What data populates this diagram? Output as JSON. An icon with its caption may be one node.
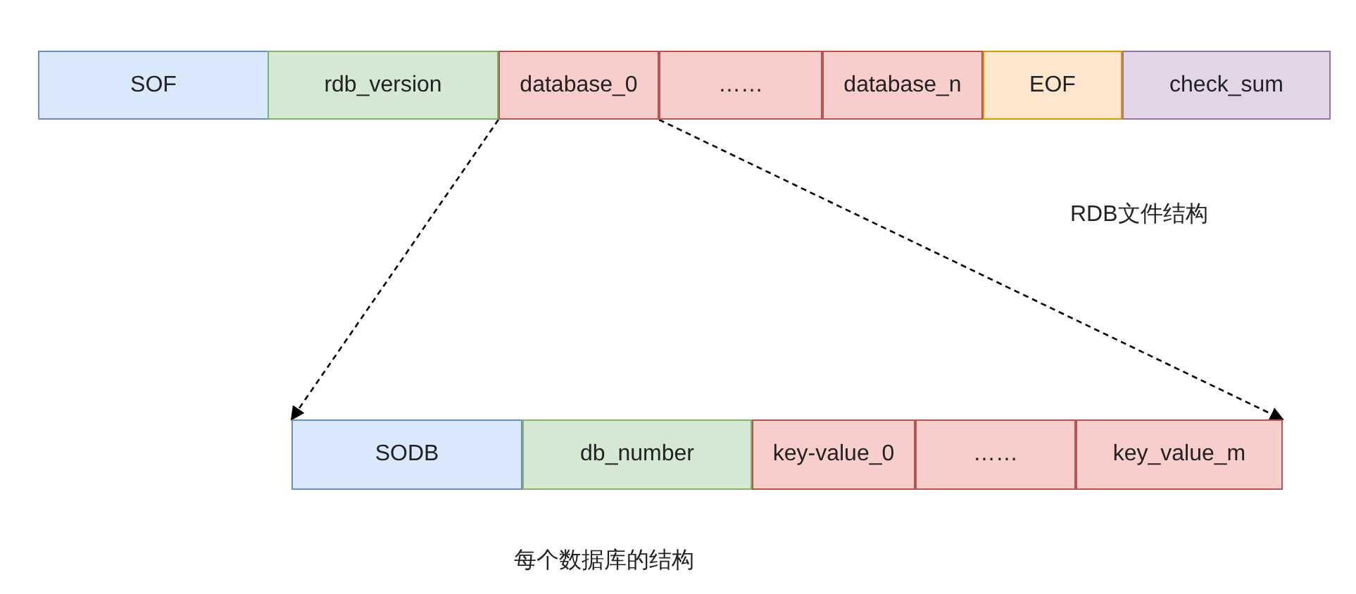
{
  "diagram": {
    "nodes": [
      {
        "text": [
          "SOF"
        ]
      },
      {
        "text": [
          "rdb_version"
        ]
      },
      {
        "text": [
          "database_0"
        ]
      },
      {
        "text": [
          "……"
        ]
      },
      {
        "text": [
          "database_n"
        ]
      },
      {
        "text": [
          "EOF"
        ]
      },
      {
        "text": [
          "check_sum"
        ]
      },
      {
        "text": [
          "SODB"
        ]
      },
      {
        "text": [
          "db_number"
        ]
      },
      {
        "text": [
          "key-value_0"
        ]
      },
      {
        "text": [
          "……"
        ]
      },
      {
        "text": [
          "key_value_m"
        ]
      }
    ],
    "edges": [
      {
        "from": 2,
        "to": 7,
        "arrow": "to",
        "style": "dashed"
      },
      {
        "from": 2,
        "to": 11,
        "arrow": "to",
        "style": "dashed"
      }
    ],
    "labels": [
      "RDB文件结构",
      "每个数据库的结构"
    ]
  }
}
